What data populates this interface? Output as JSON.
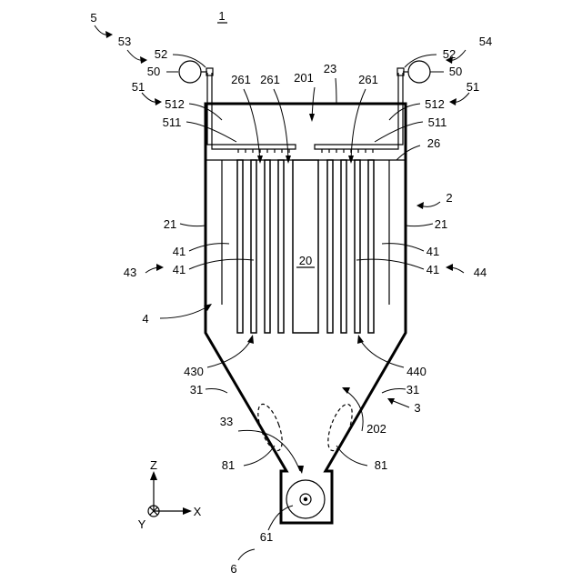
{
  "figure_label": "1",
  "labels": {
    "l5": "5",
    "l53": "53",
    "l54": "54",
    "l52_left": "52",
    "l52_right": "52",
    "l50_left": "50",
    "l50_right": "50",
    "l51_left": "51",
    "l51_right": "51",
    "l512_left": "512",
    "l512_right": "512",
    "l511_left": "511",
    "l511_right": "511",
    "l261_a": "261",
    "l261_b": "261",
    "l261_c": "261",
    "l201": "201",
    "l23": "23",
    "l26": "26",
    "l2": "2",
    "l21_left": "21",
    "l21_right": "21",
    "l41_a": "41",
    "l41_b": "41",
    "l41_c": "41",
    "l41_d": "41",
    "l43": "43",
    "l44": "44",
    "l20": "20",
    "l4": "4",
    "l430": "430",
    "l440": "440",
    "l31_left": "31",
    "l31_right": "31",
    "l3": "3",
    "l33": "33",
    "l202": "202",
    "l81_left": "81",
    "l81_right": "81",
    "l61": "61",
    "l6": "6"
  },
  "axes": {
    "z": "Z",
    "x": "X",
    "y": "Y"
  },
  "colors": {
    "line": "#000000",
    "background": "#ffffff"
  }
}
